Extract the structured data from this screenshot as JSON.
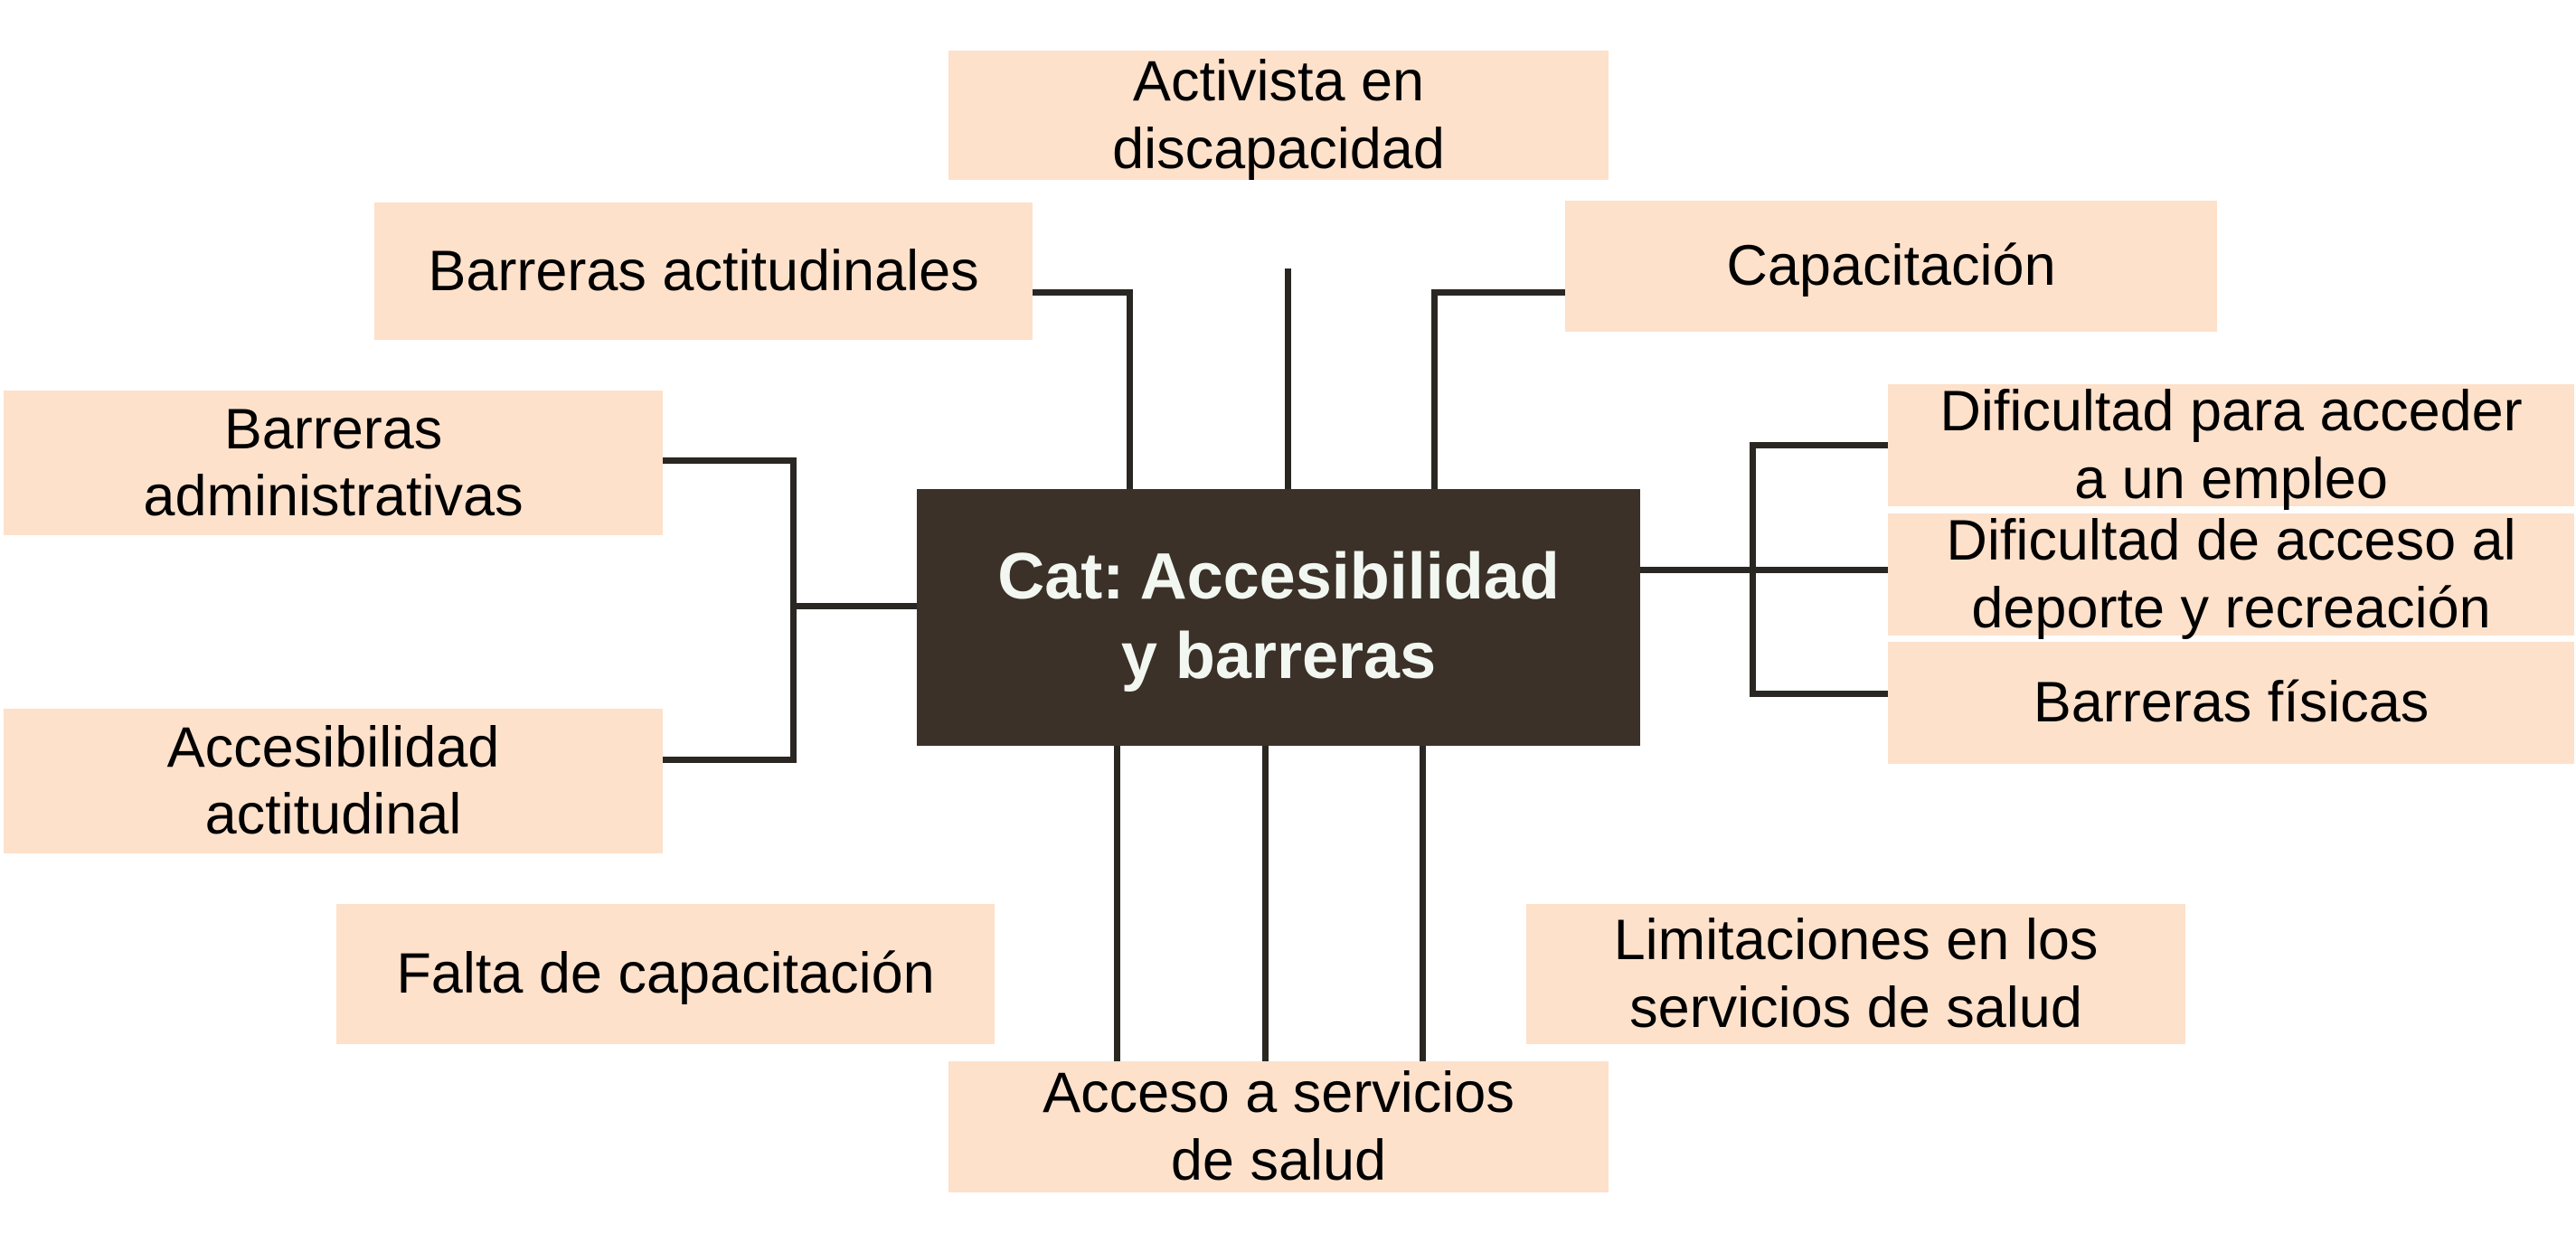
{
  "diagram": {
    "type": "mind-map",
    "title": "Cat: Accesibilidad y barreras",
    "background_color": "#ffffff",
    "node_fill_color": "#fde1cb",
    "center_fill_color": "#3b3129",
    "center_text_color": "#f2f8f1",
    "node_text_color": "#000000",
    "connector_color": "#2a2722",
    "center": {
      "label": "Cat: Accesibilidad\ny barreras"
    },
    "branches": [
      {
        "id": "activista-en-discapacidad",
        "label": "Activista en\ndiscapacidad",
        "side": "top"
      },
      {
        "id": "barreras-actitudinales",
        "label": "Barreras actitudinales",
        "side": "top-left"
      },
      {
        "id": "capacitacion",
        "label": "Capacitación",
        "side": "top-right"
      },
      {
        "id": "barreras-administrativas",
        "label": "Barreras\nadministrativas",
        "side": "left"
      },
      {
        "id": "accesibilidad-actitudinal",
        "label": "Accesibilidad\nactitudinal",
        "side": "left"
      },
      {
        "id": "falta-de-capacitacion",
        "label": "Falta de capacitación",
        "side": "bottom-left"
      },
      {
        "id": "acceso-a-servicios-de-salud",
        "label": "Acceso a servicios\nde salud",
        "side": "bottom"
      },
      {
        "id": "limitaciones-servicios-salud",
        "label": "Limitaciones en los\nservicios de salud",
        "side": "bottom-right"
      },
      {
        "id": "dificultad-acceder-empleo",
        "label": "Dificultad para acceder\na un empleo",
        "side": "right"
      },
      {
        "id": "dificultad-acceso-deporte",
        "label": "Dificultad de acceso al\ndeporte y recreación",
        "side": "right"
      },
      {
        "id": "barreras-fisicas",
        "label": "Barreras físicas",
        "side": "right"
      }
    ]
  }
}
